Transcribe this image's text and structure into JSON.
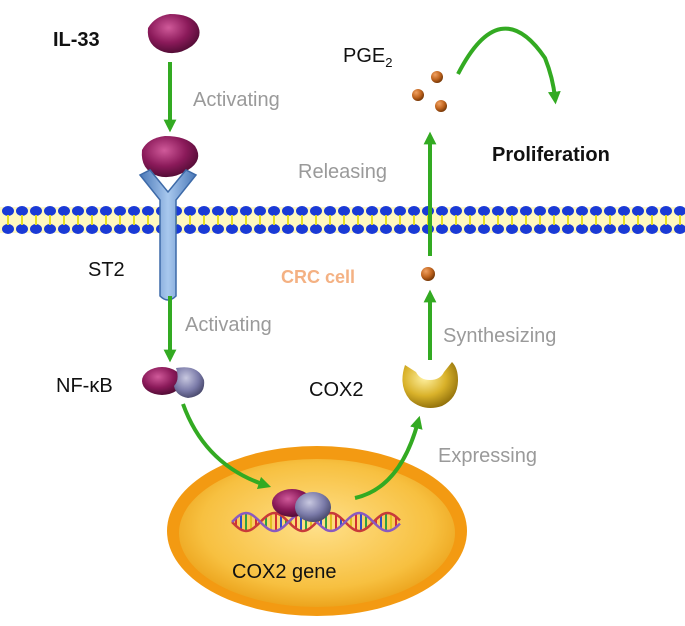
{
  "labels": {
    "il33": "IL-33",
    "activating_1": "Activating",
    "st2": "ST2",
    "activating_2": "Activating",
    "nfkb": "NF-κB",
    "cox2_gene": "COX2 gene",
    "cox2": "COX2",
    "expressing": "Expressing",
    "synthesizing": "Synthesizing",
    "crc_cell": "CRC cell",
    "releasing": "Releasing",
    "pge_base": "PGE",
    "pge_sub": "2",
    "proliferation": "Proliferation"
  },
  "colors": {
    "arrow": "#33aa22",
    "membrane_head": "#1a3ad6",
    "membrane_tail": "#e8e020",
    "ligand": "#8b1a5a",
    "receptor": "#6aa0d8",
    "nucleus": "#f2a81c",
    "enzyme": "#c9a018",
    "pge_dot": "#c0641e",
    "crc_label": "#f4b183"
  }
}
